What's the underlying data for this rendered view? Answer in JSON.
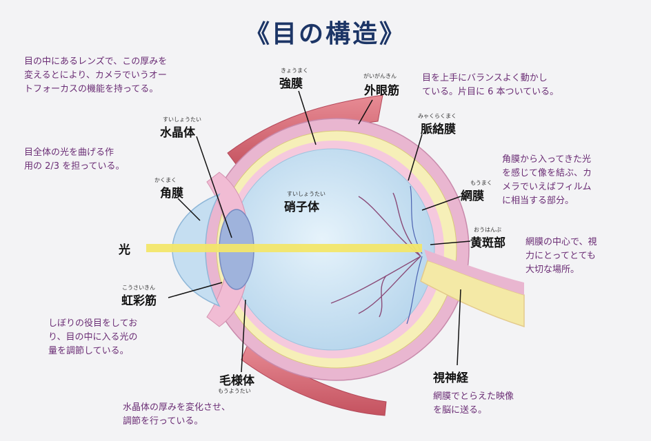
{
  "title": "《目の構造》",
  "labels": {
    "kyomaku": {
      "term": "強膜",
      "ruby": "きょうまく"
    },
    "gaiganki": {
      "term": "外眼筋",
      "ruby": "がいがんきん"
    },
    "myakuraku": {
      "term": "脈絡膜",
      "ruby": "みゃくらくまく"
    },
    "suishotai": {
      "term": "水晶体",
      "ruby": "すいしょうたい"
    },
    "kakumaku": {
      "term": "角膜",
      "ruby": "かくまく"
    },
    "shoshitai": {
      "term": "硝子体",
      "ruby": "すいしょうたい"
    },
    "moumaku": {
      "term": "網膜",
      "ruby": "もうまく"
    },
    "ouhanbu": {
      "term": "黄斑部",
      "ruby": "おうはんぶ"
    },
    "hikari": {
      "term": "光"
    },
    "kousai": {
      "term": "虹彩筋",
      "ruby": "こうさいきん"
    },
    "moyoutai": {
      "term": "毛様体",
      "ruby": "もうようたい"
    },
    "shishinkei": {
      "term": "視神経"
    }
  },
  "descriptions": {
    "lens": "目の中にあるレンズで、この厚みを\n変えるとにより、カメラでいうオー\nトフォーカスの機能を持ってる。",
    "cornea": "目全体の光を曲げる作\n用の 2/3 を担っている。",
    "muscle": "目を上手にバランスよく動かし\nている。片目に 6 本ついている。",
    "retina": "角膜から入ってきた光\nを感じて像を結ぶ、カ\nメラでいえばフィルム\nに相当する部分。",
    "macula": "網膜の中心で、視\n力にとってとても\n大切な場所。",
    "iris": "しぼりの役目をしてお\nり、目の中に入る光の\n量を調節している。",
    "ciliary": "水晶体の厚みを変化させ、\n調節を行っている。",
    "optic": "網膜でとらえた映像\nを脳に送る。"
  },
  "colors": {
    "title": "#1c3566",
    "description_text": "#6a2c74",
    "sclera": "#e9b6d0",
    "choroid": "#f6efb8",
    "retina": "#f5c9dd",
    "vitreous": "#cfe5f3",
    "lens": "#9fb3dc",
    "cornea": "#c5def1",
    "muscle": "#d8707a",
    "light_beam": "#f2e66a",
    "optic_nerve": "#f4e9a6"
  }
}
